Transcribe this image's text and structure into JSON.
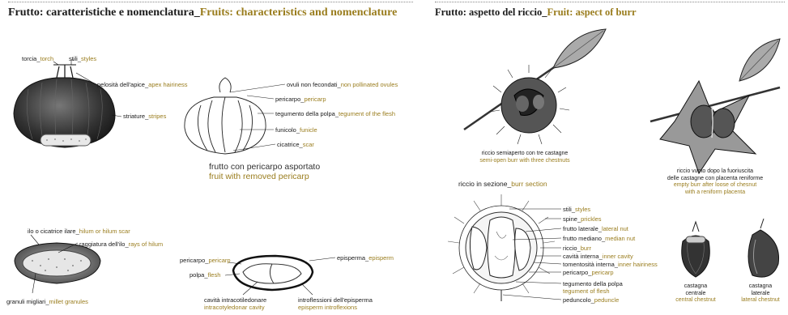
{
  "left": {
    "title_it": "Frutto: caratteristiche e nomenclatura",
    "title_en": "Fruits: characteristics and nomenclature",
    "labels": {
      "torch_it": "torcia",
      "torch_en": "torch",
      "styles_it": "stili",
      "styles_en": "styles",
      "apex_it": "pelosità dell'apice",
      "apex_en": "apex hairiness",
      "stripes_it": "striature",
      "stripes_en": "stripes",
      "ovules_it": "ovuli non fecondati",
      "ovules_en": "non pollinated ovules",
      "pericarp1_it": "pericarpo",
      "pericarp1_en": "pericarp",
      "tegument_it": "tegumento della polpa",
      "tegument_en": "tegument of the flesh",
      "funicle_it": "funicolo",
      "funicle_en": "funicle",
      "scar_it": "cicatrice",
      "scar_en": "scar",
      "removed_it": "frutto con pericarpo asportato",
      "removed_en": "fruit with removed pericarp",
      "hilum_it": "ilo o cicatrice ilare",
      "hilum_en": "hilum or hilum scar",
      "rays_it": "raggiatura dell'ilo",
      "rays_en": "rays of hilum",
      "millet_it": "granuli migliari",
      "millet_en": "millet granules",
      "pericarp2_it": "pericarpo",
      "pericarp2_en": "pericarp",
      "episperm_it": "episperma",
      "episperm_en": "episperm",
      "flesh_it": "polpa",
      "flesh_en": "flesh",
      "cavity_it": "cavità intracotiledonare",
      "cavity_en": "intracotyledonar cavity",
      "introf_it": "introflessioni dell'episperma",
      "introf_en": "episperm introflexions"
    }
  },
  "right": {
    "title_it": "Frutto: aspetto del riccio",
    "title_en": "Fruit: aspect of burr",
    "labels": {
      "semi_it": "riccio semiaperto con tre castagne",
      "semi_en": "semi-open burr with three chestnuts",
      "empty_it1": "riccio vuoto dopo la fuoriuscita",
      "empty_it2": "delle castagne con placenta reniforme",
      "empty_en1": "empty burr after loose of chesnut",
      "empty_en2": "with a reniform placenta",
      "section_it": "riccio in sezione",
      "section_en": "burr section",
      "styles_it": "stili",
      "styles_en": "styles",
      "spines_it": "spine",
      "spines_en": "prickles",
      "lateral_it": "frutto laterale",
      "lateral_en": "lateral nut",
      "median_it": "frutto mediano",
      "median_en": "median nut",
      "burr_it": "riccio",
      "burr_en": "burr",
      "inner_it": "cavità interna",
      "inner_en": "inner cavity",
      "hair_it": "tomentosità interna",
      "hair_en": "inner hairiness",
      "pericarp_it": "pericarpo",
      "pericarp_en": "pericarp",
      "teg_it": "tegumento della polpa",
      "teg_en": "tegument of flesh",
      "peduncle_it": "peduncolo",
      "peduncle_en": "peduncle",
      "central_it1": "castagna",
      "central_it2": "centrale",
      "central_en": "central chestnut",
      "lat_it1": "castagna",
      "lat_it2": "laterale",
      "lat_en": "lateral chestnut"
    }
  },
  "colors": {
    "english_text": "#9a7d1e",
    "ink": "#1a1a1a"
  }
}
